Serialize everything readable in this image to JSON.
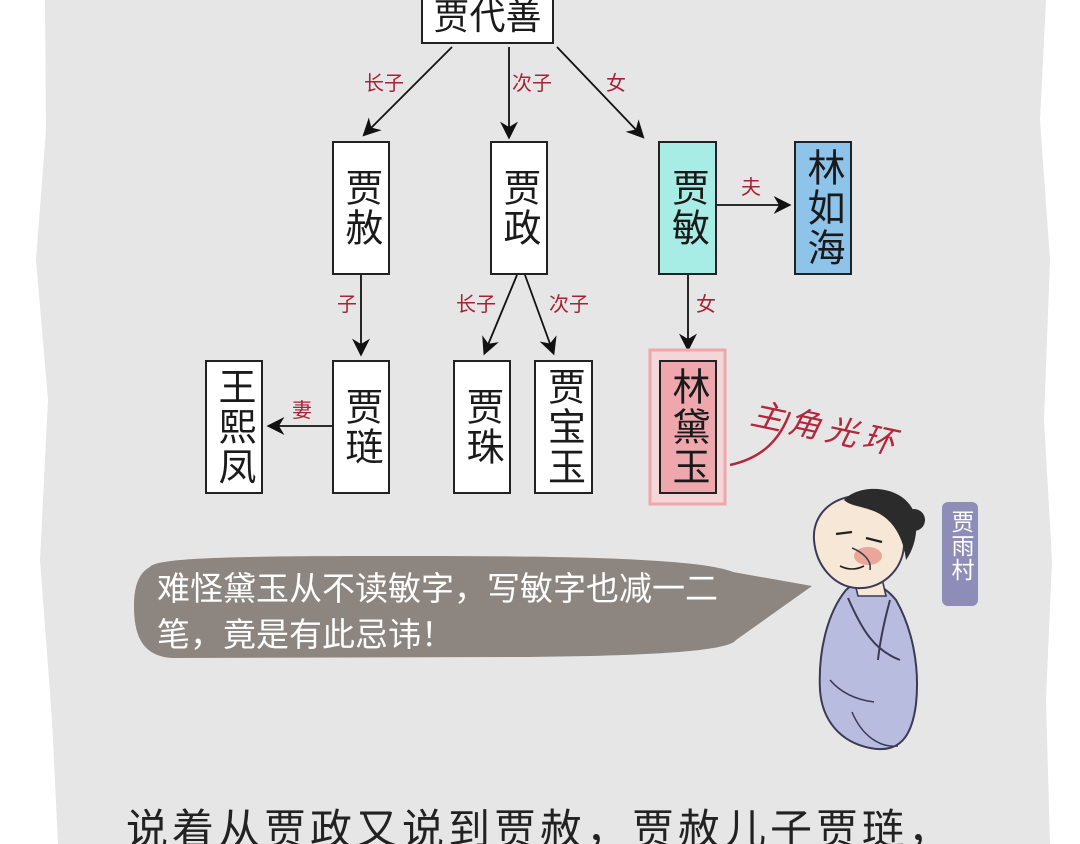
{
  "tree": {
    "root": "贾代善",
    "edges": {
      "eldest_son": "长子",
      "second_son": "次子",
      "daughter": "女",
      "husband": "夫",
      "son": "子",
      "wife": "妻",
      "daughter2": "女",
      "eldest_son2": "长子",
      "second_son2": "次子"
    },
    "nodes": {
      "jia_she": "贾赦",
      "jia_zheng": "贾政",
      "jia_min": "贾敏",
      "lin_ruhai": "林如海",
      "wang_xifeng": "王熙凤",
      "jia_lian": "贾琏",
      "jia_zhu": "贾珠",
      "jia_baoyu": "贾宝玉",
      "lin_daiyu": "林黛玉"
    }
  },
  "annotation": {
    "note": "主角光环"
  },
  "speech": {
    "text": "难怪黛玉从不读敏字，写敏字也减一二笔，竟是有此忌讳！"
  },
  "character": {
    "name_tag": "贾雨村",
    "icon": "scholar-figure-icon"
  },
  "caption": {
    "text": "说着从贾政又说到贾赦，贾赦儿子贾琏，"
  },
  "colors": {
    "paper": "#e6e6e6",
    "bubble": "#8d8680",
    "label_red": "#a3233a",
    "jia_min_fill": "#a8ece6",
    "lin_ruhai_fill": "#8ec3ea",
    "lin_daiyu_fill": "#eda7ad",
    "tag_fill": "#8e8db7",
    "robe": "#b8bde0"
  }
}
